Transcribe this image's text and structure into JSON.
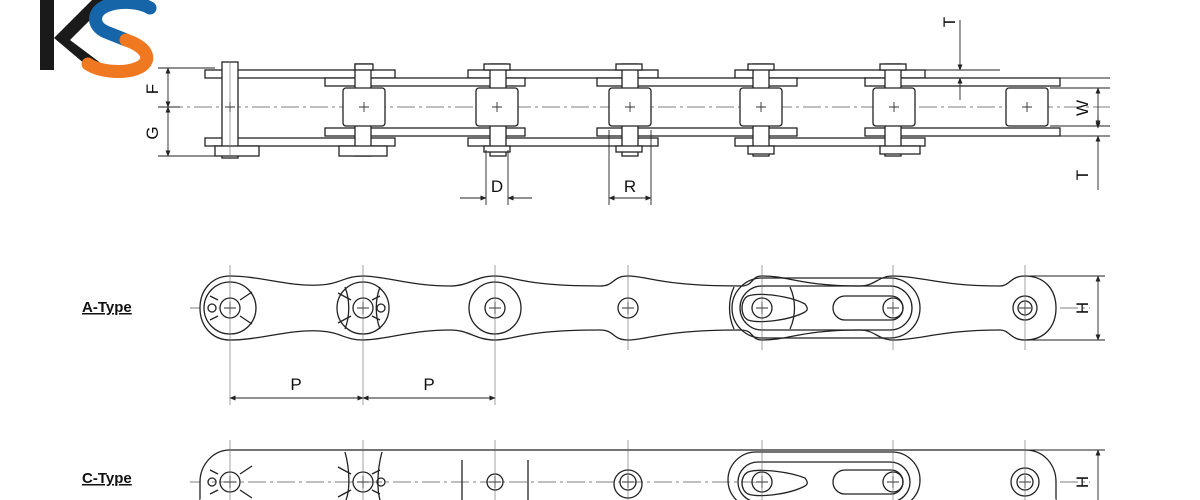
{
  "logo": {
    "text": "KS",
    "colors": {
      "dark": "#1a1a1a",
      "blue": "#1565a8",
      "orange": "#f07820"
    }
  },
  "dimensions": {
    "T_top": "T",
    "F": "F",
    "G": "G",
    "W": "W",
    "T_bottom": "T",
    "D": "D",
    "R": "R",
    "H_a": "H",
    "P1": "P",
    "P2": "P",
    "H_c": "H"
  },
  "types": {
    "a": "A-Type",
    "c": "C-Type"
  },
  "colors": {
    "line": "#222222",
    "center": "#555555",
    "background": "#ffffff"
  }
}
